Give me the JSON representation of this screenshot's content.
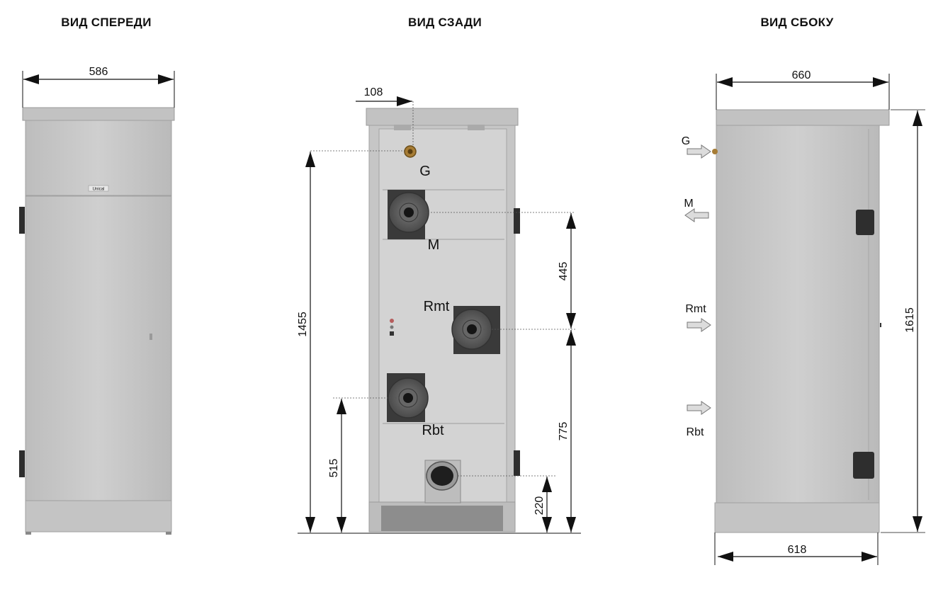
{
  "views": {
    "front": {
      "title": "ВИД СПЕРЕДИ",
      "width_label": "586",
      "logo": "Unical"
    },
    "rear": {
      "title": "ВИД СЗАДИ",
      "offset_label": "108",
      "total_height_label": "1455",
      "dim_445": "445",
      "dim_775": "775",
      "dim_515": "515",
      "dim_220": "220",
      "labels": {
        "g": "G",
        "m": "M",
        "rmt": "Rmt",
        "rbt": "Rbt"
      }
    },
    "side": {
      "title": "ВИД СБОКУ",
      "top_width_label": "660",
      "bottom_width_label": "618",
      "height_label": "1615",
      "labels": {
        "g": "G",
        "m": "M",
        "rmt": "Rmt",
        "rbt": "Rbt"
      }
    }
  },
  "colors": {
    "cabinet": "#c9c9c9",
    "cabinet_dark": "#a9a9a9",
    "panel": "#d2d2d2",
    "flange": "#5a5a5a",
    "dim_line": "#111111"
  }
}
